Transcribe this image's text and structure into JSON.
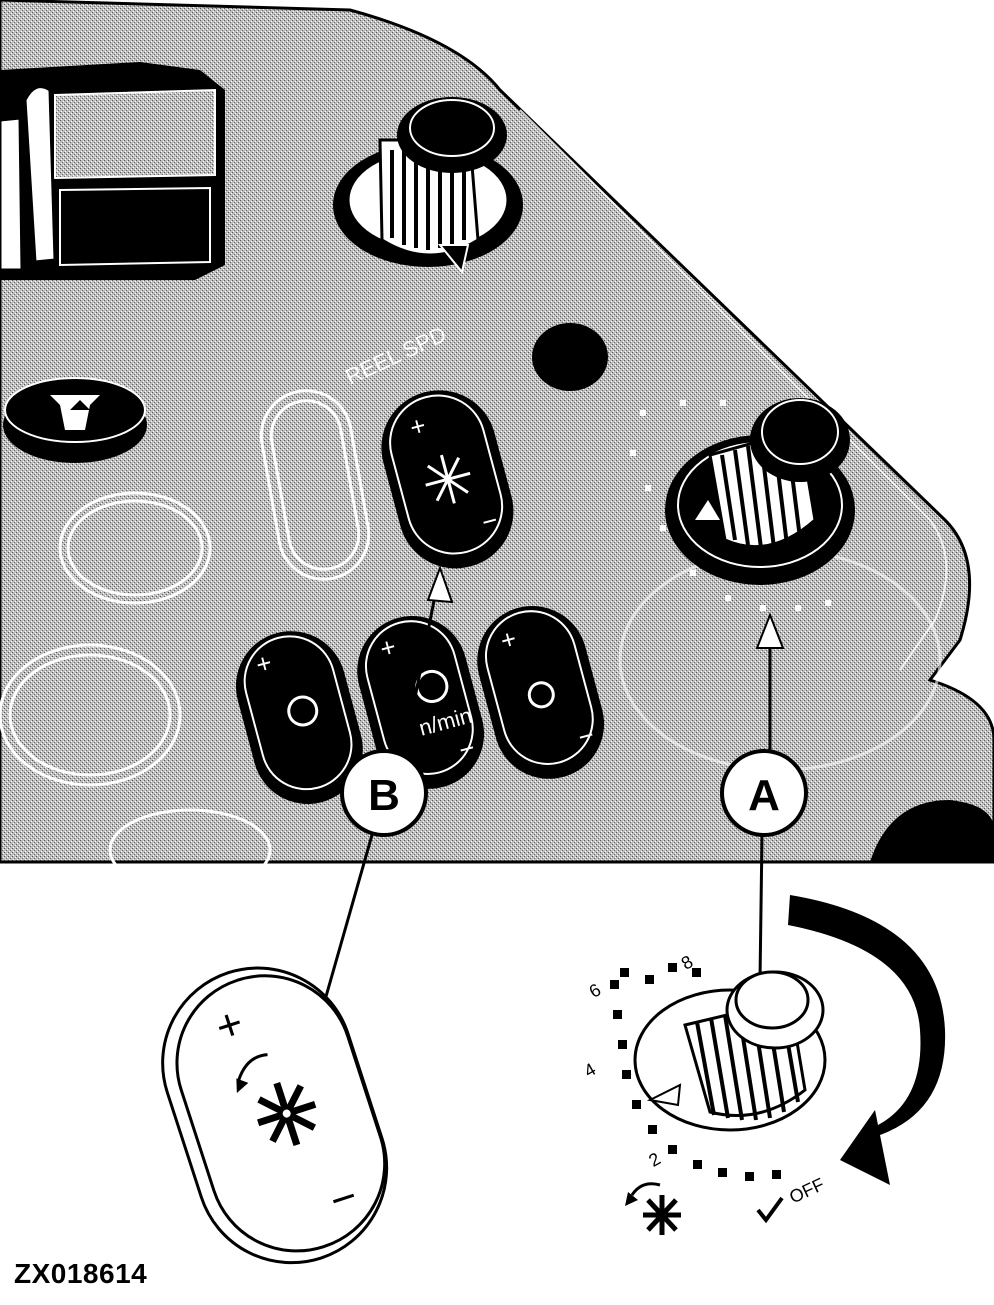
{
  "figure_id": "ZX018614",
  "callouts": {
    "a": "A",
    "b": "B"
  },
  "panel_labels": {
    "reel_speed": "REEL SPD",
    "n_min": "n/min",
    "off": "OFF",
    "dial_2": "2",
    "dial_4": "4",
    "dial_6": "6",
    "dial_8": "8",
    "plus": "+",
    "minus": "−"
  },
  "colors": {
    "ink": "#000000",
    "paper": "#ffffff",
    "panel": "#a9a9a9"
  }
}
